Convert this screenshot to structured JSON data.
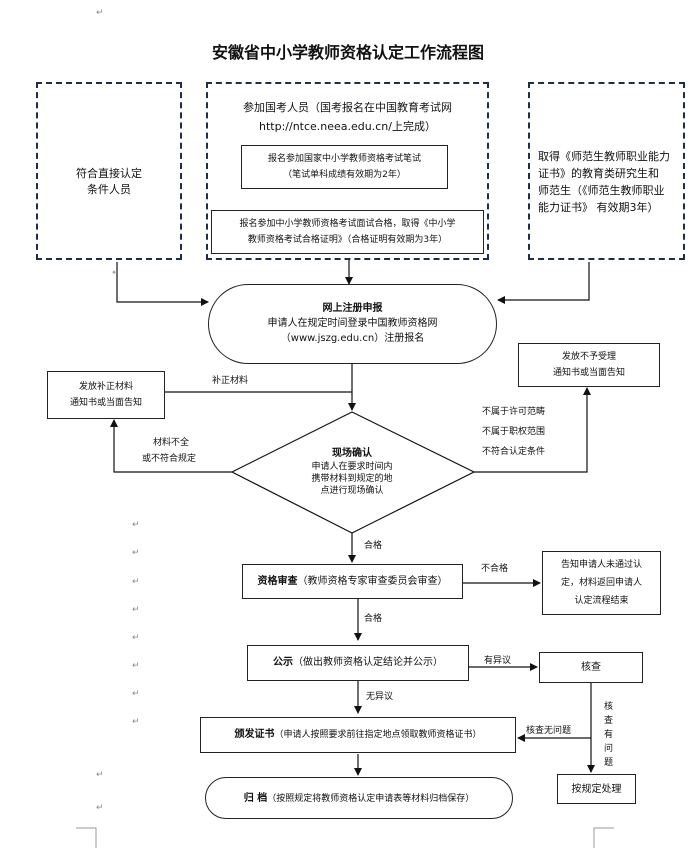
{
  "title": "安徽省中小学教师资格认定工作流程图",
  "paragraph_mark": "↵",
  "box_direct": {
    "line1": "符合直接认定",
    "line2": "条件人员"
  },
  "box_exam": {
    "line1": "参加国考人员（国考报名在中国教育考试网",
    "line2": "http://ntce.neea.edu.cn/上完成）",
    "sub1_line1": "报名参加国家中小学教师资格考试笔试",
    "sub1_line2": "（笔试单科成绩有效期为2年）",
    "sub2_line1": "报名参加中小学教师资格考试面试合格，取得《中小学",
    "sub2_line2": "教师资格考试合格证明》（合格证明有效期为3年）"
  },
  "box_cert": {
    "line1": "取得《师范生教师职业能力",
    "line2": "证书》的教育类研究生和",
    "line3": "师范生（《师范生教师职业",
    "line4": "能力证书》  有效期3年）"
  },
  "online": {
    "title": "网上注册申报",
    "line2": "申请人在规定时间登录中国教师资格网",
    "line3": "（www.jszg.edu.cn）注册报名"
  },
  "supplement_box": {
    "line1": "发放补正材料",
    "line2": "通知书或当面告知"
  },
  "supplement_label": "补正材料",
  "reject_box": {
    "line1": "发放不予受理",
    "line2": "通知书或当面告知"
  },
  "onsite": {
    "title": "现场确认",
    "line2": "申请人在要求时间内",
    "line3": "携带材料到规定的地",
    "line4": "点进行现场确认"
  },
  "left_label": {
    "line1": "材料不全",
    "line2": "或不符合规定"
  },
  "right_label": {
    "line1": "不属于许可范畴",
    "line2": "不属于职权范围",
    "line3": "不符合认定条件"
  },
  "pass1": "合格",
  "review": {
    "title": "资格审查",
    "rest": "（教师资格专家审查委员会审查）"
  },
  "fail_label": "不合格",
  "fail_box": {
    "line1": "告知申请人未通过认",
    "line2": "定，材料返回申请人",
    "line3": "认定流程结束"
  },
  "pass2": "合格",
  "publicity": {
    "title": "公示",
    "rest": "（做出教师资格认定结论并公示）"
  },
  "objection_label": "有异议",
  "check_box": "核查",
  "no_objection": "无异议",
  "issue": {
    "title": "颁发证书",
    "rest": "（申请人按照要求前往指定地点领取教师资格证书）"
  },
  "check_ok": "核查无问题",
  "check_problem": {
    "c1": "核",
    "c2": "查",
    "c3": "有",
    "c4": "问",
    "c5": "题"
  },
  "handle_box": "按规定处理",
  "archive": {
    "title": "归  档",
    "rest": "（按照规定将教师资格认定申请表等材料归档保存）"
  }
}
